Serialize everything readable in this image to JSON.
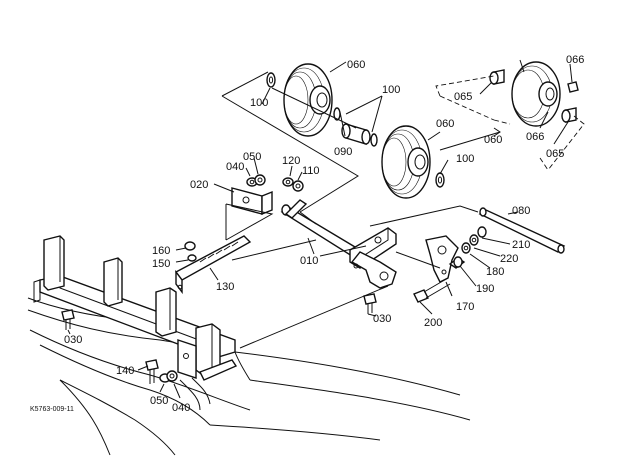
{
  "reference": "K5763-009-11",
  "callouts": {
    "c060a": "060",
    "c060b": "060",
    "c060c": "060",
    "c066a": "066",
    "c066b": "066",
    "c065a": "065",
    "c065b": "065",
    "c100a": "100",
    "c100b": "100",
    "c100c": "100",
    "c090": "090",
    "c080": "080",
    "c040a": "040",
    "c040b": "040",
    "c050a": "050",
    "c050b": "050",
    "c020": "020",
    "c120": "120",
    "c110": "110",
    "c160": "160",
    "c150": "150",
    "c130": "130",
    "c010": "010",
    "c210": "210",
    "c220": "220",
    "c180": "180",
    "c190": "190",
    "c170": "170",
    "c200": "200",
    "c030a": "030",
    "c030b": "030",
    "c140": "140"
  }
}
